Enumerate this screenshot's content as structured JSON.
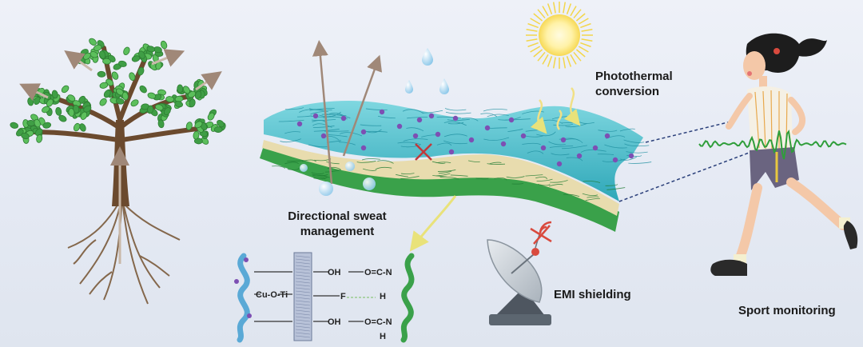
{
  "labels": {
    "photothermal": "Photothermal conversion",
    "sweat": "Directional sweat management",
    "emi": "EMI shielding",
    "sport": "Sport monitoring"
  },
  "chemistry": {
    "oh": "OH",
    "ocn": "O=C-N",
    "h": "H",
    "f": "F",
    "cu_o_ti": "Cu-O-Ti"
  },
  "colors": {
    "fabric_teal": "#3ab6c4",
    "fabric_green": "#3aa14a",
    "beige_layer": "#e8dcae",
    "particle": "#7d4fb3",
    "signal_green": "#2f9e3a",
    "arrow_brown": "#a08878",
    "arrow_yellow": "#e9e27a"
  }
}
